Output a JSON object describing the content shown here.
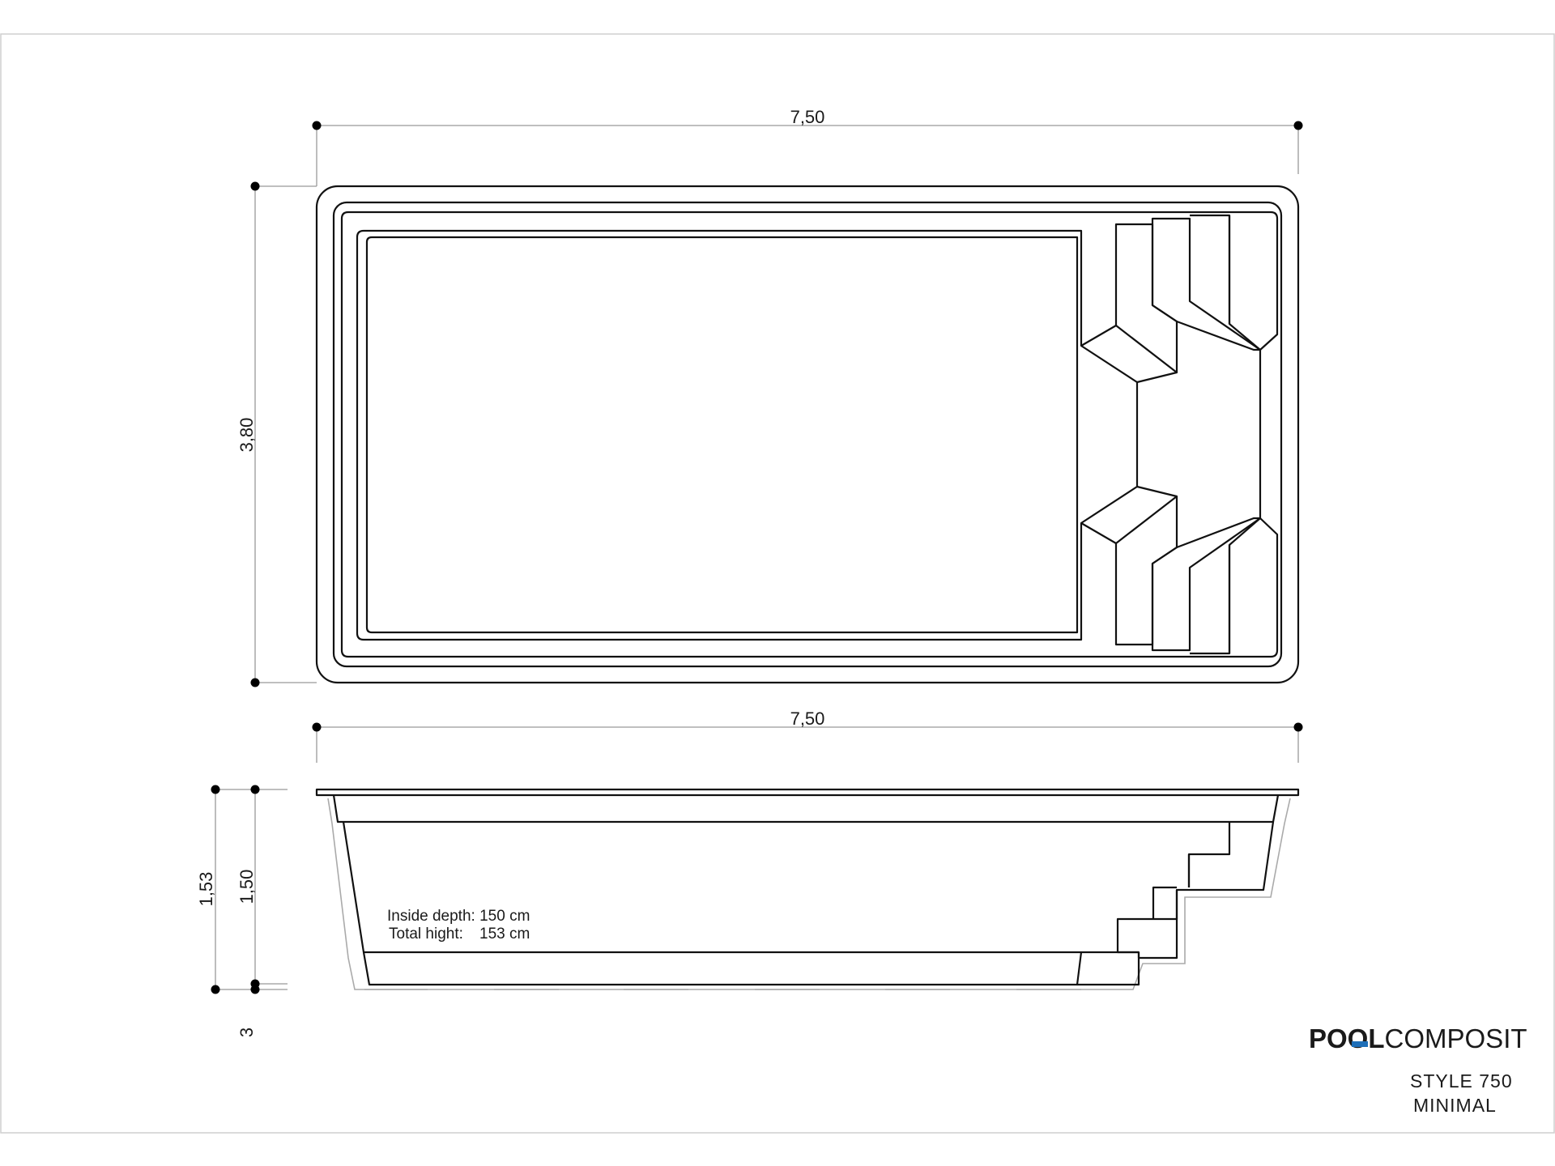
{
  "drawing": {
    "plan_length_label": "7,50",
    "plan_width_label": "3,80",
    "section_length_label": "7,50",
    "total_height_label": "1,53",
    "inside_depth_label": "1,50",
    "wall_offset_label": "3",
    "note_depth": "Inside depth: 150 cm",
    "note_total_label": "Total hight:",
    "note_total_value": "153 cm"
  },
  "brand": {
    "name_part1": "POOL",
    "name_part2": "COMPOSIT",
    "model_line1": "STYLE 750",
    "model_line2": "MINIMAL",
    "accent_color": "#1e6fb8"
  }
}
